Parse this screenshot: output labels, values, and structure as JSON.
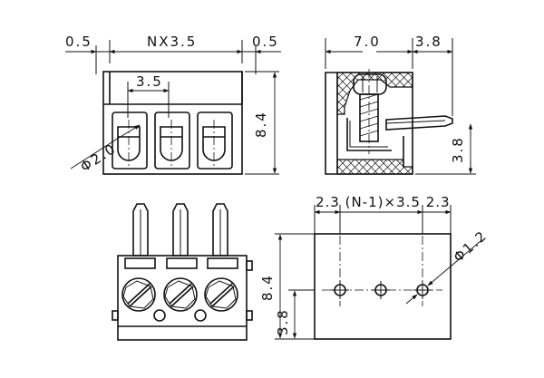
{
  "views": {
    "front": {
      "dims": {
        "left_margin": "0.5",
        "pitch_total": "NX3.5",
        "right_margin": "0.5",
        "pitch": "3.5",
        "height": "8.4",
        "hole_diameter": "Φ2.0"
      }
    },
    "side": {
      "dims": {
        "depth": "7.0",
        "pin_offset": "3.8",
        "pin_height": "3.8"
      }
    },
    "bottom": {},
    "pcb_layout": {
      "dims": {
        "pitch_formula": "2.3 (N-1)×3.5 2.3",
        "height": "8.4",
        "pin_row_offset": "3.8",
        "drill_diameter": "Φ1.2"
      }
    }
  },
  "colors": {
    "line": "#111111",
    "background": "#ffffff"
  }
}
